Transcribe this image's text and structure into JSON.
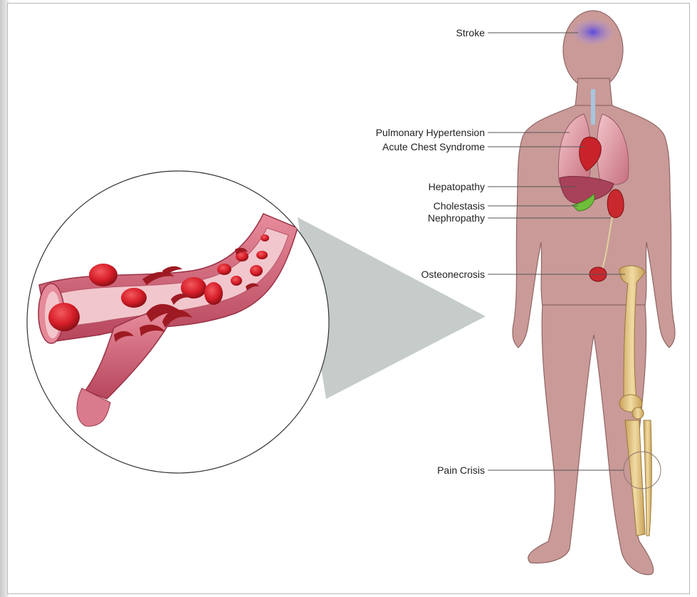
{
  "labels": {
    "stroke": "Stroke",
    "pulmonary_hypertension": "Pulmonary Hypertension",
    "acute_chest_syndrome": "Acute Chest Syndrome",
    "hepatopathy": "Hepatopathy",
    "cholestasis": "Cholestasis",
    "nephropathy": "Nephropathy",
    "osteonecrosis": "Osteonecrosis",
    "pain_crisis": "Pain Crisis"
  },
  "colors": {
    "skin": "#c99a98",
    "skin_outline": "#8f6664",
    "lung": "#e8a4ad",
    "heart": "#c8232b",
    "liver": "#a8415a",
    "gallbladder": "#6fbe3b",
    "kidney": "#c8282e",
    "bone": "#e6c98a",
    "brain_stroke": "#7b6fd6",
    "vessel_wall": "#d9788a",
    "blood_cell": "#d81f2a",
    "sickle_cell": "#9e1a22",
    "leader_line": "#555555",
    "magnifier_cone": "#bfc7c4"
  }
}
